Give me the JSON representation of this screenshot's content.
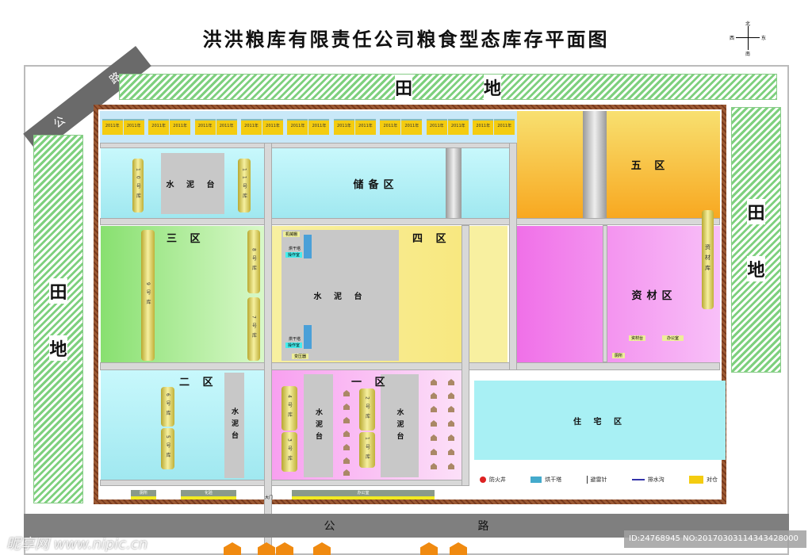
{
  "title": "洪洪粮库有限责任公司粮食型态库存平面图",
  "compass": {
    "north": "北",
    "south": "南",
    "east": "东",
    "west": "西"
  },
  "roads": {
    "diag_1": "公",
    "diag_2": "路",
    "bottom_1": "公",
    "bottom_2": "路"
  },
  "fields": {
    "top_1": "田",
    "top_2": "地",
    "left_1": "田",
    "left_2": "地",
    "right_1": "田",
    "right_2": "地"
  },
  "zones": {
    "reserve": "储备区",
    "five": "五 区",
    "three": "三 区",
    "four": "四 区",
    "materials": "资材区",
    "two": "二 区",
    "one": "一 区",
    "residential": "住 宅 区"
  },
  "cement": "水 泥 台",
  "cement_v": "水泥台",
  "warehouses": [
    "10号库",
    "11号库",
    "9号库",
    "8号库",
    "7号库",
    "6号库",
    "5号库",
    "4号库",
    "3号库",
    "2号库",
    "1号库"
  ],
  "materials_store": "资材库",
  "barn_label": "2011年",
  "facilities": {
    "dryer": "烘干塔",
    "control": "操作室",
    "shed": "机械棚",
    "transformer": "变压器",
    "office": "办公室",
    "lab": "化验",
    "toilet": "厕所",
    "gate": "大门",
    "materials_stand": "资材台"
  },
  "legend": [
    {
      "label": "防火井"
    },
    {
      "label": "烘干塔"
    },
    {
      "label": "避雷针"
    },
    {
      "label": "排水沟"
    },
    {
      "label": "对仓"
    }
  ],
  "watermark": "昵享网 www.nipic.cn",
  "image_id": "ID:24768945 NO:20170303114343428000",
  "colors": {
    "reserve": "#a8f0f4",
    "five": "#f8b830",
    "three": "#90e070",
    "four": "#f8f090",
    "materials": "#f490f0",
    "two": "#a8f0f4",
    "one": "#f8b0f0",
    "residential": "#a8f0f4"
  }
}
